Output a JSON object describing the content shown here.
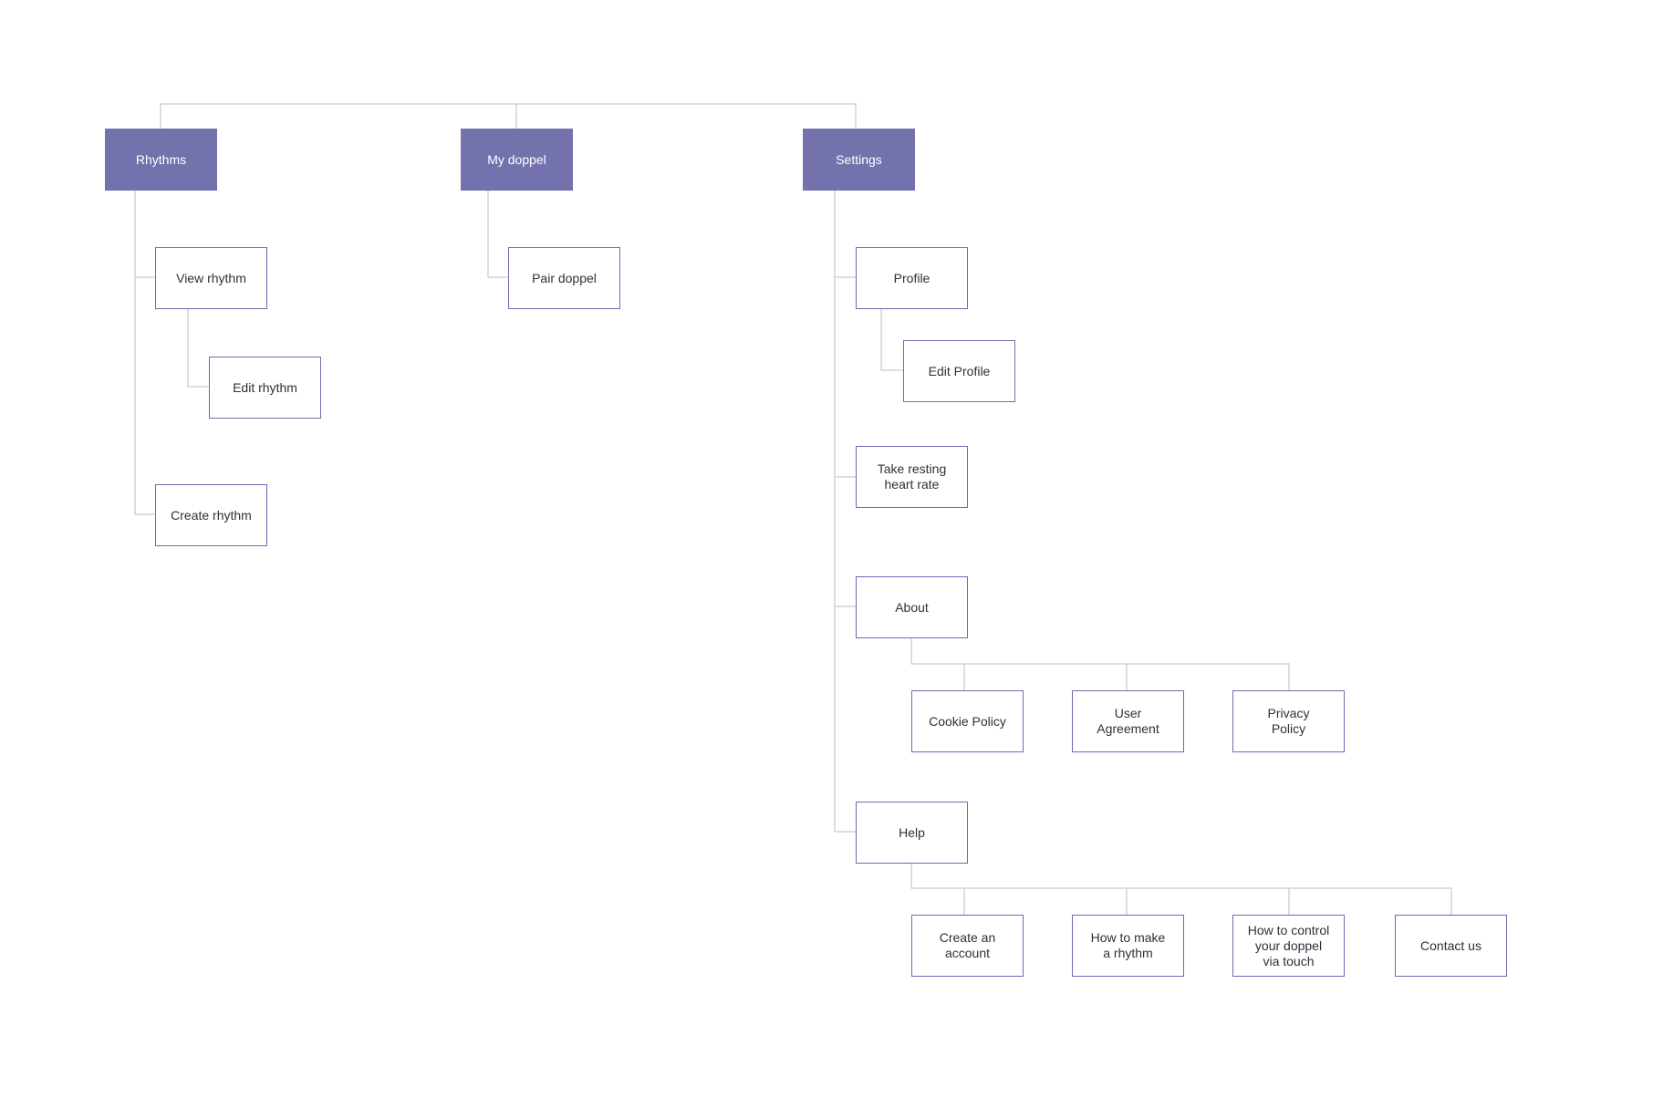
{
  "colors": {
    "top_fill": "#7372ad",
    "top_text": "#ffffff",
    "node_border": "#6d6bb0",
    "node_text": "#2f2f3a",
    "connector": "#c9c9cc",
    "background": "#ffffff"
  },
  "top": {
    "rhythms": "Rhythms",
    "my_doppel": "My doppel",
    "settings": "Settings"
  },
  "rhythms": {
    "view_rhythm": "View rhythm",
    "edit_rhythm": "Edit rhythm",
    "create_rhythm": "Create rhythm"
  },
  "my_doppel": {
    "pair_doppel": "Pair doppel"
  },
  "settings": {
    "profile": "Profile",
    "edit_profile": "Edit Profile",
    "take_resting_heart_rate": "Take resting\nheart rate",
    "about": "About",
    "about_children": {
      "cookie_policy": "Cookie Policy",
      "user_agreement": "User\nAgreement",
      "privacy_policy": "Privacy\nPolicy"
    },
    "help": "Help",
    "help_children": {
      "create_account": "Create an\naccount",
      "make_rhythm": "How to make\na rhythm",
      "control_doppel": "How to control\nyour doppel\nvia touch",
      "contact_us": "Contact  us"
    }
  }
}
